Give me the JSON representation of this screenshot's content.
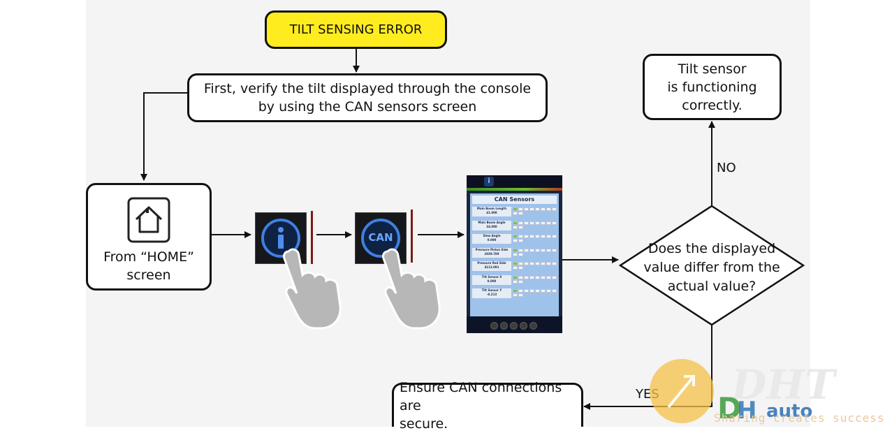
{
  "nodes": {
    "start": "TILT SENSING ERROR",
    "verify": [
      "First, verify the tilt displayed through the console",
      "by using the CAN sensors screen"
    ],
    "home": [
      "From “HOME”",
      "screen"
    ],
    "decision": [
      "Does the displayed",
      "value differ from the",
      "actual value?"
    ],
    "ok": [
      "Tilt sensor",
      "is functioning",
      "correctly."
    ],
    "fix": [
      "Ensure CAN connections are",
      "secure."
    ]
  },
  "edges": {
    "no": "NO",
    "yes": "YES"
  },
  "icons": {
    "info_glyph": "i",
    "can_label": "CAN"
  },
  "screen": {
    "title": "CAN Sensors",
    "sensors": [
      {
        "name": "Main Boom Length",
        "value": "41.000"
      },
      {
        "name": "Main Boom Angle",
        "value": "34.000"
      },
      {
        "name": "Slew Angle",
        "value": "0.000"
      },
      {
        "name": "Pressure Piston Side",
        "value": "2039.789"
      },
      {
        "name": "Pressure Rod Side",
        "value": "4113.091"
      },
      {
        "name": "Tilt Sensor X",
        "value": "0.000"
      },
      {
        "name": "Tilt Sensor Y",
        "value": "-0.213"
      }
    ]
  },
  "watermark": {
    "tagline": "Sharing creates success"
  },
  "colors": {
    "start_fill": "#ffec1f",
    "line": "#111111",
    "screen_bg": "#1a2540"
  }
}
